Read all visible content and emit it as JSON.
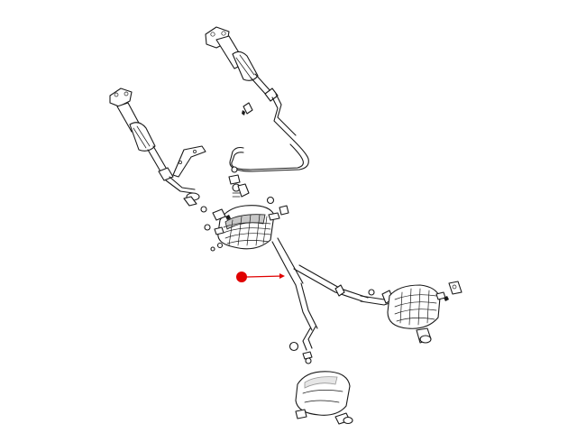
{
  "diagram": {
    "subject": "exhaust-system-exploded-view",
    "line_color": "#1a1a1a",
    "background": "#ffffff",
    "callout": {
      "marker_color": "#e00000",
      "arrow_color": "#e00000",
      "points_to": "crossover-y-pipe"
    },
    "parts": [
      {
        "id": "right-catalytic-converter"
      },
      {
        "id": "left-catalytic-converter"
      },
      {
        "id": "heat-shield-bracket"
      },
      {
        "id": "front-pipe-loop"
      },
      {
        "id": "resonator-assembly"
      },
      {
        "id": "crossover-y-pipe"
      },
      {
        "id": "left-tail-pipe"
      },
      {
        "id": "right-rear-muffler"
      },
      {
        "id": "left-rear-muffler"
      },
      {
        "id": "hangers-and-clamps"
      }
    ]
  }
}
